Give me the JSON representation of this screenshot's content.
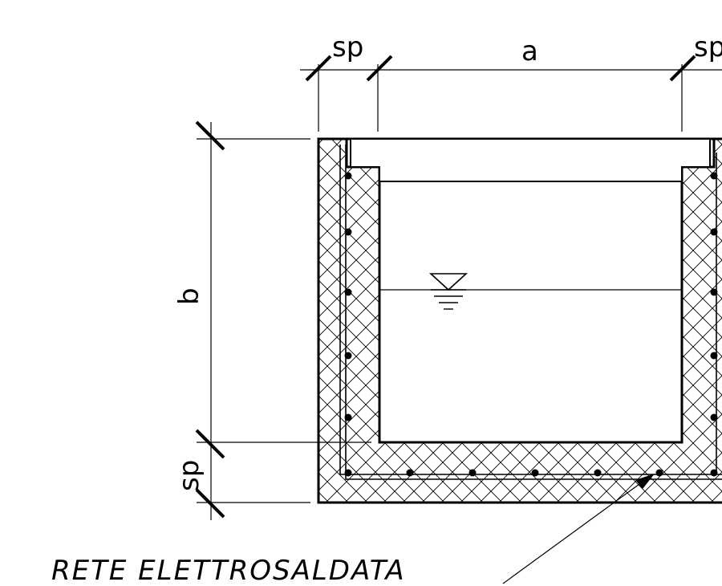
{
  "labels": {
    "sp_top_left": "sp",
    "a_top": "a",
    "sp_top_right": "sp",
    "b_left": "b",
    "sp_left_bottom": "sp",
    "rebar_note": "RETE ELETTROSALDATA"
  },
  "colors": {
    "line": "#000000",
    "background": "#ffffff"
  }
}
